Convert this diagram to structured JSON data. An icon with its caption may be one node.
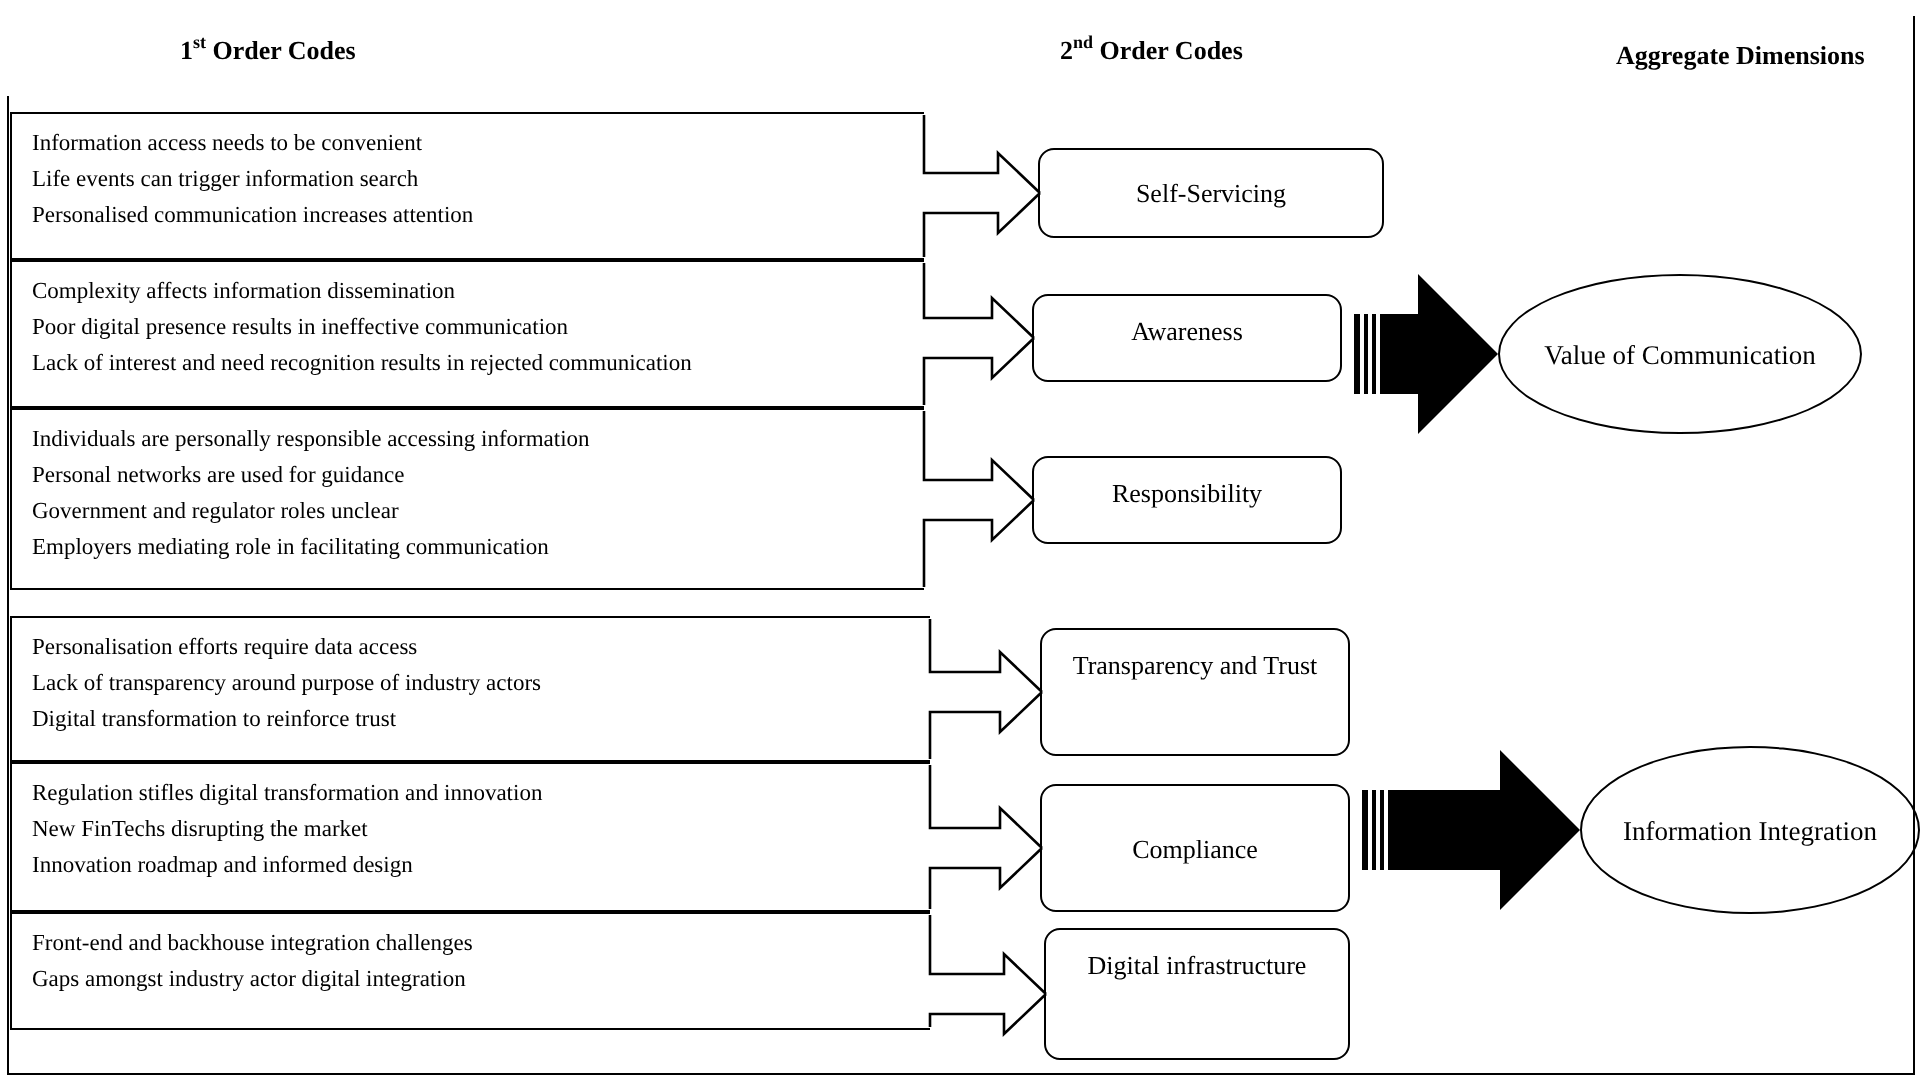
{
  "diagram": {
    "nodes": [
      {
        "text": [
          "Information access needs to be convenient",
          "Life events can trigger information search",
          "Personalised communication increases attention"
        ]
      },
      {
        "text": [
          "Complexity affects information dissemination",
          "Poor digital presence results in ineffective communication",
          "Lack of interest and need recognition results in rejected communication"
        ]
      },
      {
        "text": [
          "Individuals are personally responsible accessing information",
          "Personal networks are used for guidance",
          "Government and regulator roles unclear",
          "Employers mediating role in facilitating communication"
        ]
      },
      {
        "text": [
          "Personalisation efforts require data access",
          "Lack of transparency around purpose of industry actors",
          "Digital transformation to reinforce trust"
        ]
      },
      {
        "text": [
          "Regulation stifles digital transformation and innovation",
          "New FinTechs disrupting the market",
          "Innovation roadmap and informed design"
        ]
      },
      {
        "text": [
          "Front-end and backhouse integration challenges",
          "Gaps amongst industry actor digital integration"
        ]
      },
      {
        "text": [
          "Self-Servicing"
        ]
      },
      {
        "text": [
          "Awareness"
        ]
      },
      {
        "text": [
          "Responsibility"
        ]
      },
      {
        "text": [
          "Transparency and Trust"
        ]
      },
      {
        "text": [
          "Compliance"
        ]
      },
      {
        "text": [
          "Digital infrastructure"
        ]
      },
      {
        "text": [
          "Value of Communication"
        ]
      },
      {
        "text": [
          "Information Integration"
        ]
      }
    ],
    "edges": [
      {
        "from": 0,
        "to": 6,
        "arrow": "to"
      },
      {
        "from": 1,
        "to": 7,
        "arrow": "to"
      },
      {
        "from": 2,
        "to": 8,
        "arrow": "to"
      },
      {
        "from": 3,
        "to": 9,
        "arrow": "to"
      },
      {
        "from": 4,
        "to": 10,
        "arrow": "to"
      },
      {
        "from": 5,
        "to": 11,
        "arrow": "to"
      },
      {
        "from": 7,
        "to": 12,
        "arrow": "to",
        "style": "thick"
      },
      {
        "from": 10,
        "to": 13,
        "arrow": "to",
        "style": "thick"
      }
    ],
    "labels": [
      "1$^{st}$ Order Codes",
      "2$^{nd}$ Order Codes",
      "Aggregate Dimensions"
    ]
  }
}
